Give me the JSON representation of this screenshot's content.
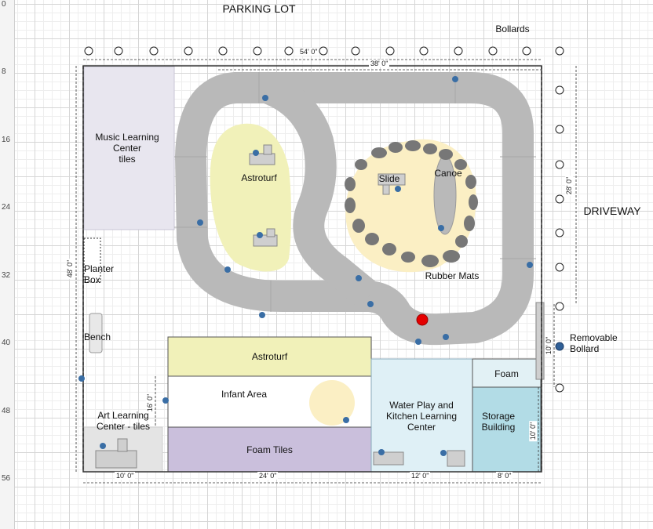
{
  "ruler": {
    "marks": [
      "0",
      "8",
      "16",
      "24",
      "32",
      "40",
      "48",
      "56"
    ]
  },
  "labels": {
    "parking_lot": "PARKING LOT",
    "bollards": "Bollards",
    "driveway": "DRIVEWAY",
    "removable_bollard": "Removable\nBollard",
    "music_center": "Music Learning\nCenter\ntiles",
    "planter_box": "Planter\nBox",
    "bench": "Bench",
    "art_center": "Art Learning\nCenter - tiles",
    "astroturf_upper": "Astroturf",
    "slide": "Slide",
    "canoe": "Canoe",
    "rubber_mats": "Rubber Mats",
    "astroturf_lower": "Astroturf",
    "infant_area": "Infant Area",
    "foam_tiles": "Foam Tiles",
    "water_play": "Water Play and\nKitchen Learning\nCenter",
    "foam": "Foam",
    "storage": "Storage\nBuilding"
  },
  "dimensions": {
    "top_overall": "54' 0\"",
    "top_inner": "38' 0\"",
    "right_upper": "28' 0\"",
    "left_side": "48' 0\"",
    "right_lower": "10' 0\"",
    "storage_side": "10' 0\"",
    "infant_side": "16' 0\"",
    "bottom_1": "10' 0\"",
    "bottom_2": "24' 0\"",
    "bottom_3": "12' 0\"",
    "bottom_4": "8' 0\""
  },
  "colors": {
    "track": "#b9b9b9",
    "astroturf": "#f1f1b9",
    "rubber_mats": "#fbefc4",
    "rocks": "#777777",
    "music_tiles": "#e8e6ef",
    "foam_tiles": "#cabfdc",
    "water_play": "#dff0f6",
    "storage": "#b2dce6",
    "foam": "#e2f1f5",
    "info_icon": "#3a6ea5",
    "marker": "#e50000"
  }
}
